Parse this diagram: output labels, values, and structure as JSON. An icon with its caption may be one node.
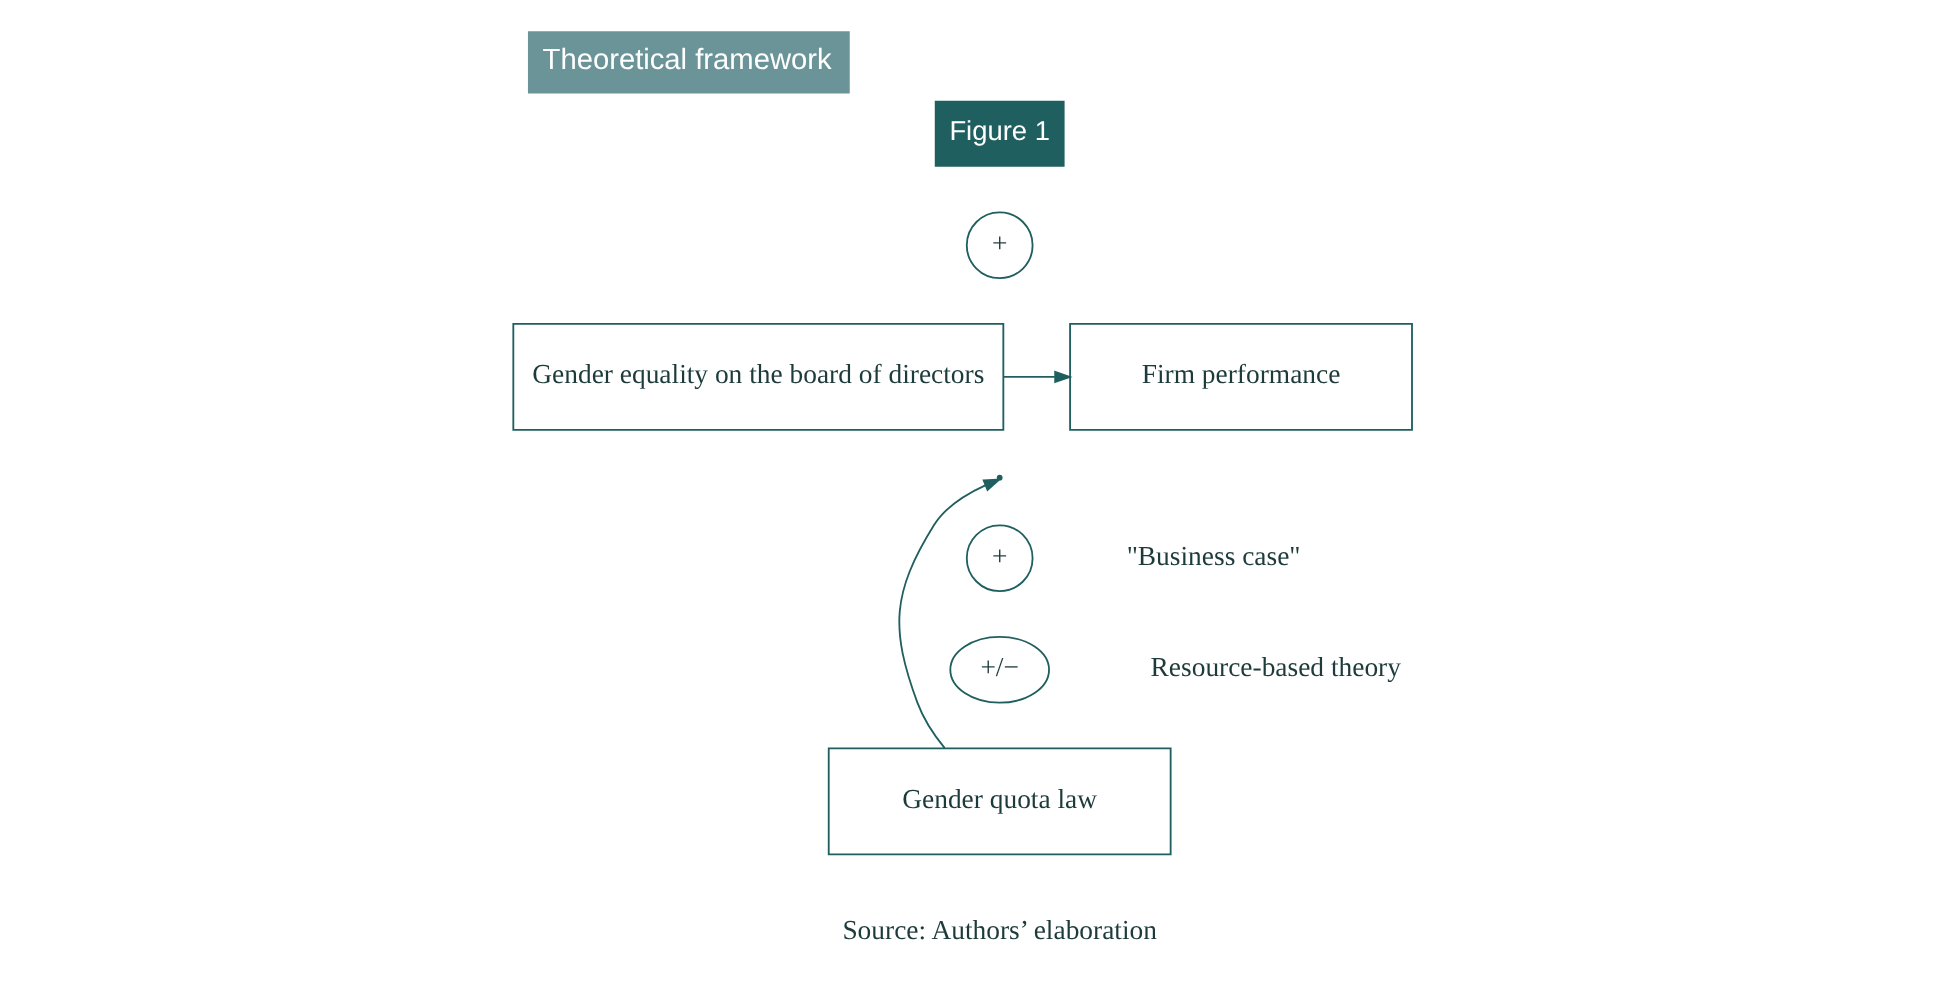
{
  "diagram": {
    "title": "Theoretical framework",
    "caption": "Source: Authors’ elaboration",
    "nodes": [
      {
        "text": [
          "Gender equality on the board of directors"
        ]
      },
      {
        "text": [
          "Firm performance"
        ]
      },
      {
        "text": [
          "+"
        ]
      },
      {
        "text": [
          "+"
        ],
        "beside": [
          "\"Business case\""
        ]
      },
      {
        "text": [
          "+/−"
        ],
        "beside": [
          "Resource-based theory"
        ]
      },
      {
        "text": [
          "Gender quota law"
        ]
      }
    ],
    "edges": [
      {
        "from": 0,
        "to": 1,
        "arrow": "to"
      },
      {
        "from": 5,
        "to": null,
        "arrow": "to"
      }
    ],
    "labels": [
      "Figure 1"
    ]
  }
}
